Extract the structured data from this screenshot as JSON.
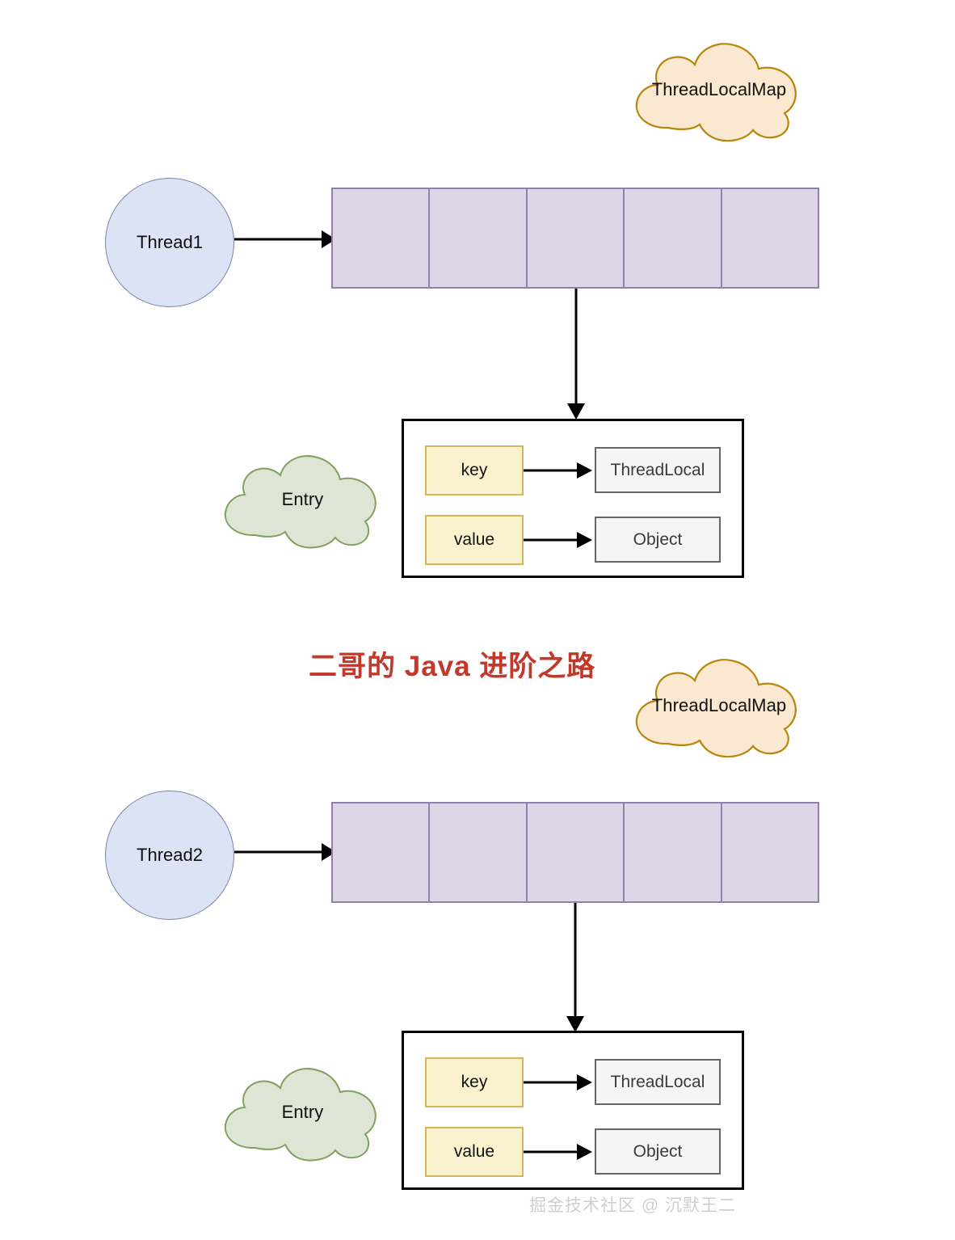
{
  "diagram": {
    "title": "二哥的 Java 进阶之路",
    "title_color": "#c0392b",
    "watermark": "掘金技术社区 @ 沉默王二",
    "colors": {
      "cloud_orange_fill": "#fae8d0",
      "cloud_orange_stroke": "#b8860b",
      "cloud_green_fill": "#dde5d5",
      "cloud_green_stroke": "#83a05e",
      "thread_circle_fill": "#dce3f5",
      "thread_circle_stroke": "#7b86a8",
      "array_fill": "#ddd6e8",
      "array_stroke": "#8e82ab",
      "kv_fill": "#faf1cf",
      "kv_stroke": "#d6b656",
      "target_fill": "#f5f5f5",
      "target_stroke": "#666666",
      "arrow": "#000000",
      "entry_border": "#000000"
    },
    "groups": [
      {
        "id": "group-1",
        "map_cloud_label": "ThreadLocalMap",
        "thread_label": "Thread1",
        "array_cells": 5,
        "entry_cloud_label": "Entry",
        "rows": [
          {
            "field": "key",
            "target": "ThreadLocal"
          },
          {
            "field": "value",
            "target": "Object"
          }
        ]
      },
      {
        "id": "group-2",
        "map_cloud_label": "ThreadLocalMap",
        "thread_label": "Thread2",
        "array_cells": 5,
        "entry_cloud_label": "Entry",
        "rows": [
          {
            "field": "key",
            "target": "ThreadLocal"
          },
          {
            "field": "value",
            "target": "Object"
          }
        ]
      }
    ]
  }
}
